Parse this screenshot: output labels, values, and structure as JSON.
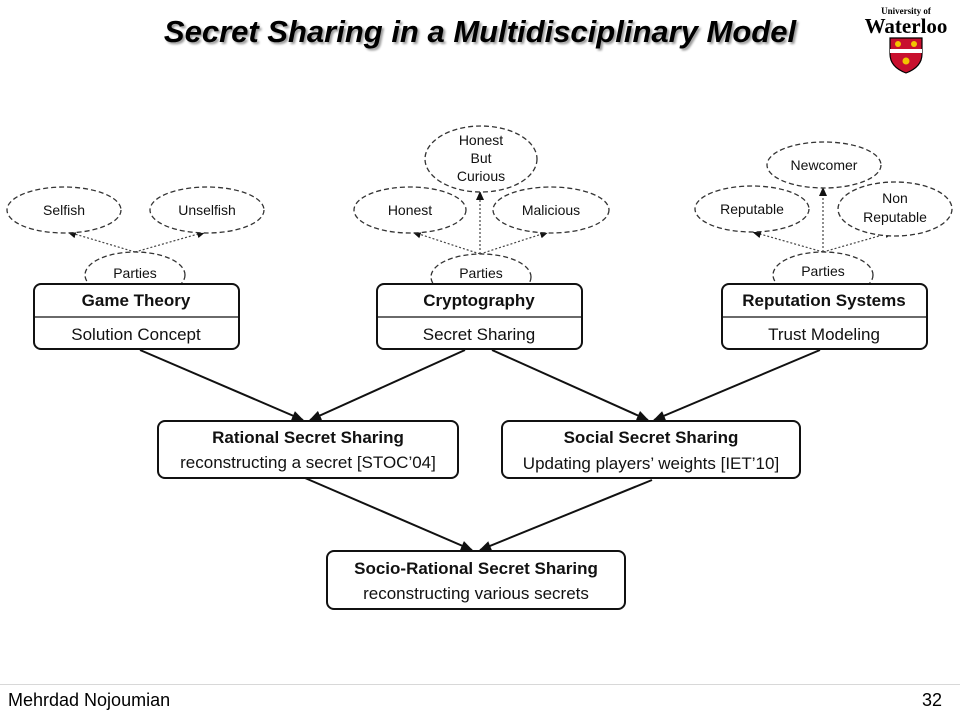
{
  "slide": {
    "title": "Secret Sharing in a Multidisciplinary Model",
    "author": "Mehrdad Nojoumian",
    "page_number": "32",
    "logo": {
      "top_text": "University of",
      "main_text": "Waterloo",
      "shield_color": "#c8102e",
      "lion_color": "#f2c500"
    }
  },
  "diagram": {
    "ellipses": {
      "selfish": "Selfish",
      "unselfish": "Unselfish",
      "parties_game": "Parties",
      "honest": "Honest",
      "malicious": "Malicious",
      "hbc_line1": "Honest",
      "hbc_line2": "But",
      "hbc_line3": "Curious",
      "parties_crypto": "Parties",
      "reputable": "Reputable",
      "newcomer": "Newcomer",
      "non_rep_line1": "Non",
      "non_rep_line2": "Reputable",
      "parties_rep": "Parties"
    },
    "boxes": {
      "game_theory": {
        "title": "Game Theory",
        "subtitle": "Solution Concept"
      },
      "cryptography": {
        "title": "Cryptography",
        "subtitle": "Secret Sharing"
      },
      "reputation": {
        "title": "Reputation Systems",
        "subtitle": "Trust Modeling"
      },
      "rational": {
        "title": "Rational Secret Sharing",
        "subtitle": "reconstructing a secret [STOC’04]"
      },
      "social": {
        "title": "Social Secret Sharing",
        "subtitle": "Updating players’ weights [IET’10]"
      },
      "socio": {
        "title": "Socio-Rational Secret Sharing",
        "subtitle": "reconstructing various secrets"
      }
    }
  }
}
